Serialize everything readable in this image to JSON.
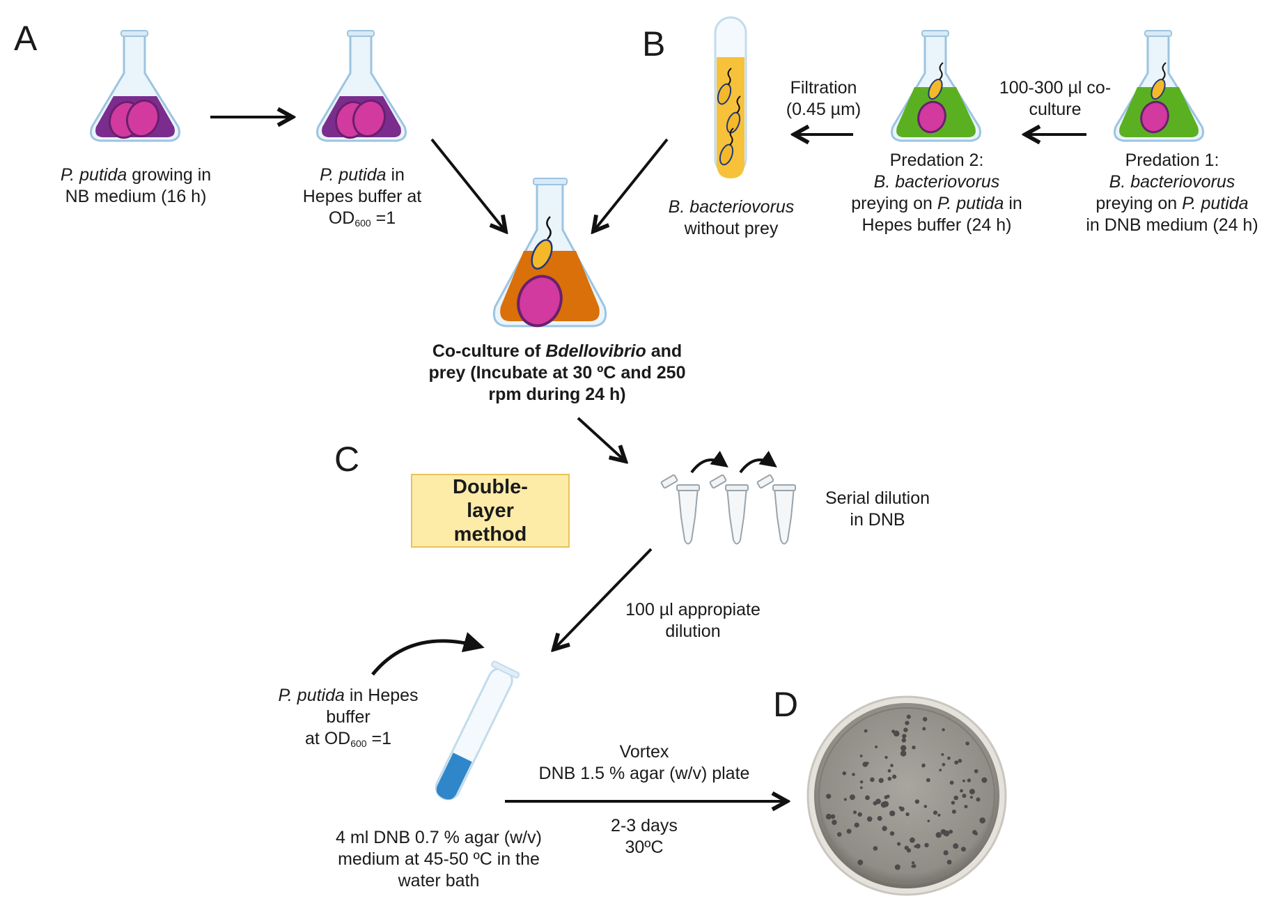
{
  "panels": {
    "a": "A",
    "b": "B",
    "c": "C",
    "d": "D"
  },
  "labels": {
    "pputida_nb_italic": "P. putida",
    "pputida_nb_rest1": " growing in",
    "pputida_nb_line2": "NB medium  (16 h)",
    "pputida_hepes_italic": "P. putida",
    "pputida_hepes_rest1": " in",
    "pputida_hepes_line2": "Hepes buffer at",
    "pputida_hepes_od": "OD",
    "pputida_hepes_od_sub": "600",
    "pputida_hepes_od_val": " =1",
    "coculture_line1_a": "Co-culture of ",
    "coculture_line1_italic": "Bdellovibrio",
    "coculture_line1_b": "  and",
    "coculture_line2": "prey (Incubate at 30 ºC and 250",
    "coculture_line3": "rpm during 24 h)",
    "bbact_noprey_italic": "B. bacteriovorus",
    "bbact_noprey_line2": "without prey",
    "filtration_line1": "Filtration",
    "filtration_line2": "(0.45 µm)",
    "transfer_line1": "100-300 µl co-",
    "transfer_line2": "culture",
    "predation2_line1": "Predation 2:",
    "predation2_italic": "B. bacteriovorus",
    "predation2_line3a": "preying on  ",
    "predation2_line3i": "P. putida",
    "predation2_line3b": " in",
    "predation2_line4": "Hepes buffer (24 h)",
    "predation1_line1": "Predation 1:",
    "predation1_italic": "B. bacteriovorus",
    "predation1_line3a": "preying on  ",
    "predation1_line3i": "P. putida",
    "predation1_line4": "in DNB medium  (24 h)",
    "method_box": "Double-layer method",
    "serial_line1": "Serial dilution",
    "serial_line2": "in DNB",
    "dilution_line1": "100 µl appropiate",
    "dilution_line2": "dilution",
    "pputida_buffer_italic": "P. putida",
    "pputida_buffer_rest": " in Hepes",
    "pputida_buffer_line2": "buffer",
    "pputida_buffer_od": "at OD",
    "pputida_buffer_od_sub": "600",
    "pputida_buffer_od_val": " =1",
    "agar_line1": "4 ml DNB 0.7 % agar (w/v)",
    "agar_line2": "medium at 45-50 ºC in the",
    "agar_line3": "water bath",
    "vortex_line1": "Vortex",
    "vortex_line2": "DNB 1.5 % agar (w/v) plate",
    "days_line1": "2-3 days",
    "days_line2": "30ºC"
  },
  "colors": {
    "purple_medium": "#7b2d8e",
    "prey_cell": "#d23aa0",
    "orange_medium": "#d9700a",
    "green_medium": "#5bb022",
    "bdellovibrio": "#f5b82a",
    "tube_yellow": "#f7c23a",
    "soft_agar_blue": "#2f86c9",
    "plate_gray": "#9a9890"
  }
}
